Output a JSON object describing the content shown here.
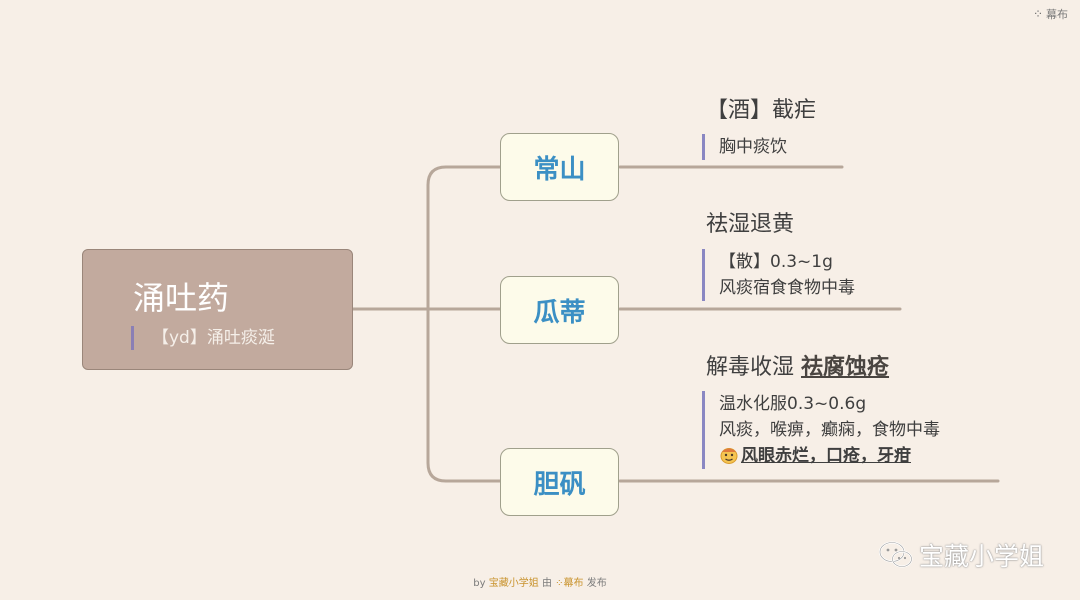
{
  "brand": {
    "top_label": "幕布"
  },
  "root": {
    "title": "涌吐药",
    "note": "【yd】涌吐痰涎"
  },
  "branches": [
    {
      "label": "常山",
      "leaf_title": "【酒】截疟",
      "notes": [
        "胸中痰饮"
      ]
    },
    {
      "label": "瓜蒂",
      "leaf_title": "祛湿退黄",
      "notes": [
        "【散】0.3~1g",
        "风痰宿食食物中毒"
      ]
    },
    {
      "label": "胆矾",
      "leaf_title_plain": "解毒收湿",
      "leaf_title_emph": "祛腐蚀疮",
      "notes": [
        "温水化服0.3~0.6g",
        "风痰，喉痹，癫痫，食物中毒"
      ],
      "notes_emph": "风眼赤烂，口疮，牙疳"
    }
  ],
  "footer": {
    "by": "by",
    "author": "宝藏小学姐",
    "mid": "由",
    "platform": "幕布",
    "publish": "发布"
  },
  "watermark": {
    "text": "宝藏小学姐"
  },
  "colors": {
    "background": "#f7efe7",
    "root_fill": "#c2aa9e",
    "child_fill": "#fdfbea",
    "child_text": "#3b8fc4",
    "connector": "#b7a79a",
    "note_bar": "#8a87c2",
    "footer_highlight": "#c9932d"
  },
  "icons": [
    "mubu-logo-icon",
    "emoji-face-icon",
    "wechat-icon"
  ]
}
